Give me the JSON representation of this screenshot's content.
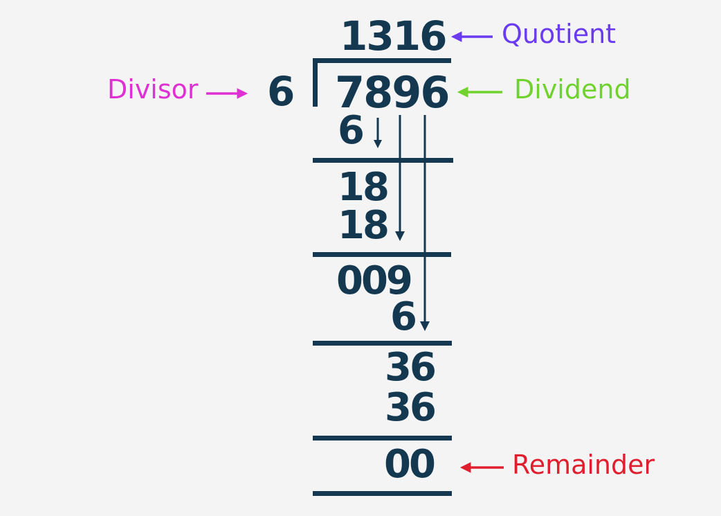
{
  "colors": {
    "ink": "#133850",
    "background": "#f4f4f5",
    "quotient": "#6b3bf1",
    "divisor": "#df31d3",
    "dividend": "#70d22c",
    "remainder": "#e01f2e"
  },
  "division": {
    "quotient": "1316",
    "divisor": "6",
    "dividend": "7896",
    "steps": [
      "6",
      "18",
      "18",
      "009",
      "6",
      "36",
      "36",
      "00"
    ]
  },
  "labels": {
    "quotient": "Quotient",
    "divisor": "Divisor",
    "dividend": "Dividend",
    "remainder": "Remainder"
  }
}
